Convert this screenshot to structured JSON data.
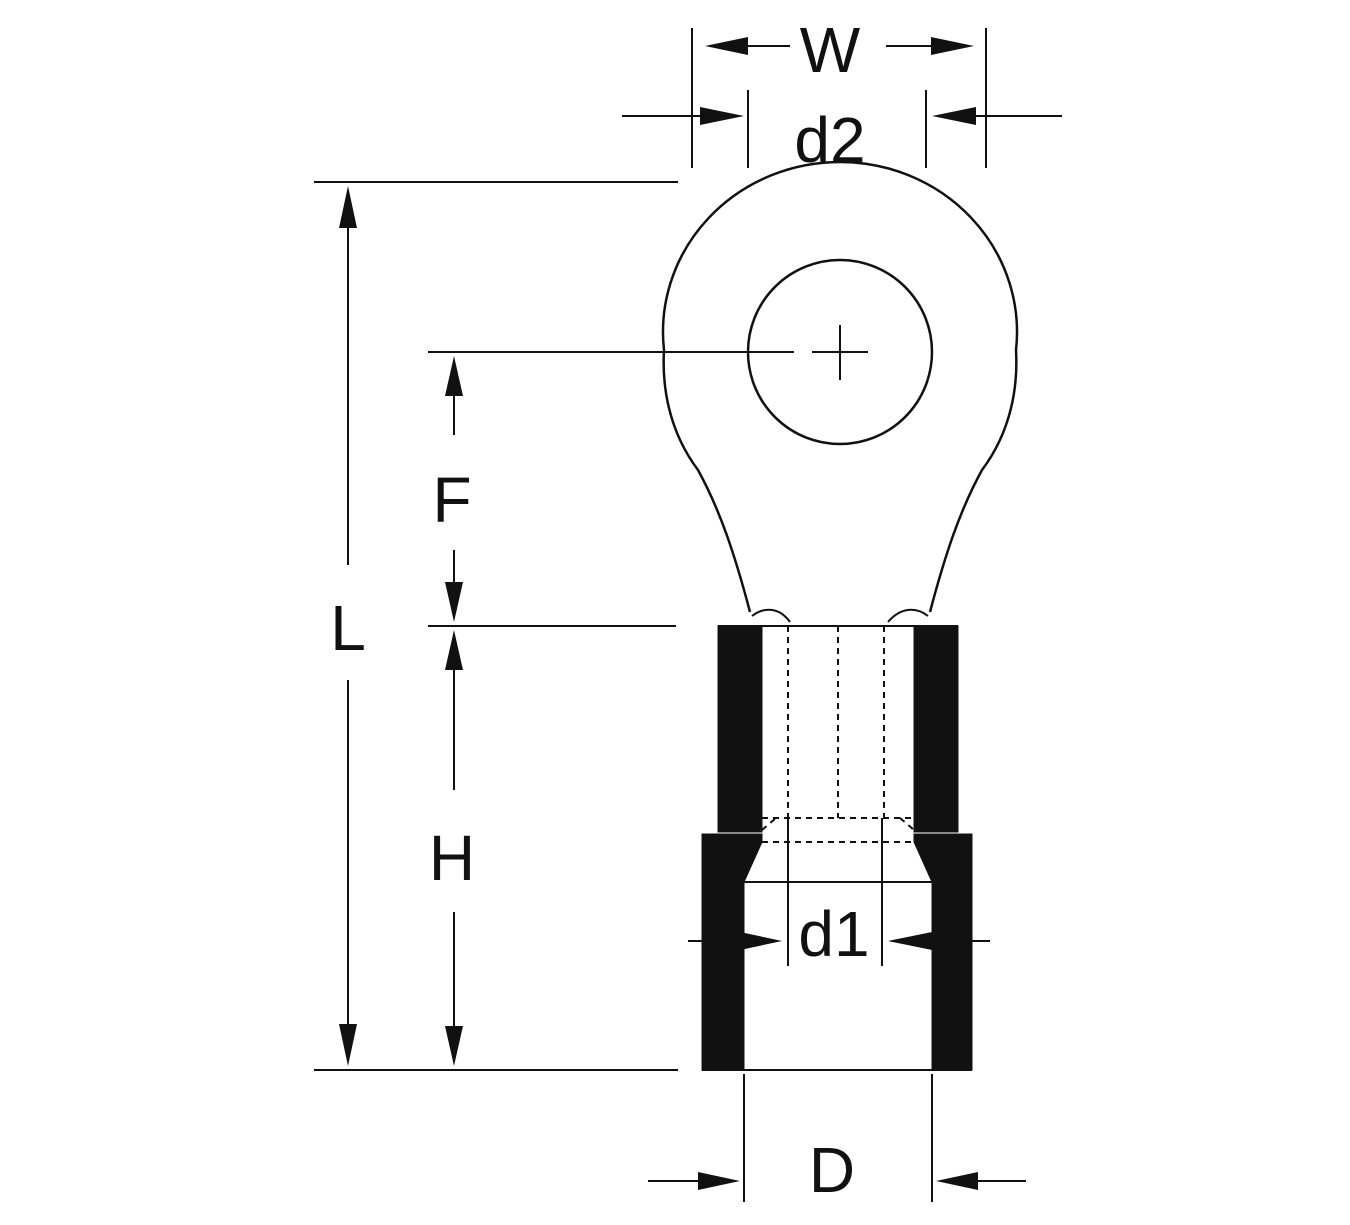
{
  "diagram": {
    "labels": {
      "W": "W",
      "d2": "d2",
      "L": "L",
      "F": "F",
      "H": "H",
      "d1": "d1",
      "D": "D"
    },
    "colors": {
      "ink": "#111111",
      "background": "#ffffff"
    }
  }
}
